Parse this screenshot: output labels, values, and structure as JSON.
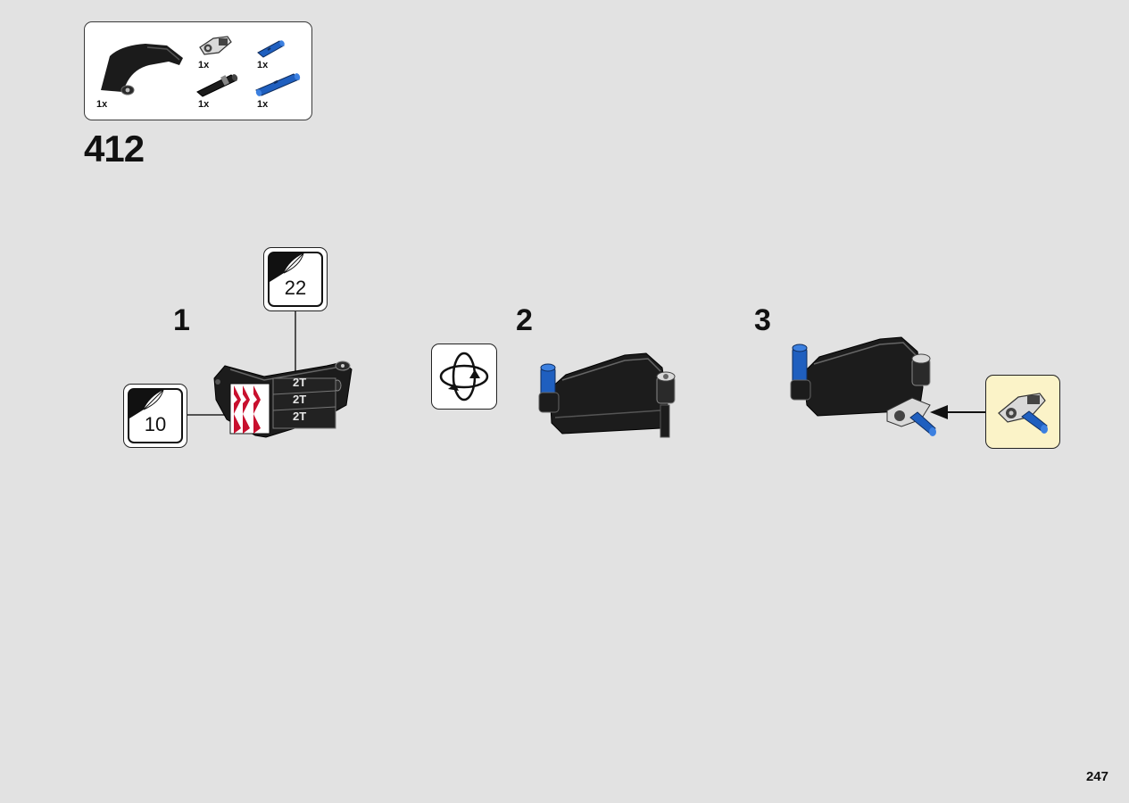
{
  "parts_list": {
    "items": [
      {
        "name": "curved-panel-icon",
        "qty": "1x"
      },
      {
        "name": "cross-block-icon",
        "qty": "1x"
      },
      {
        "name": "blue-axle-pin-icon",
        "qty": "1x"
      },
      {
        "name": "black-pin-3l-icon",
        "qty": "1x"
      },
      {
        "name": "blue-pin-3l-icon",
        "qty": "1x"
      }
    ]
  },
  "step": {
    "number": "412",
    "substeps": [
      "1",
      "2",
      "3"
    ]
  },
  "stickers": [
    {
      "number": "22"
    },
    {
      "number": "10"
    }
  ],
  "panel_labels": [
    "2T",
    "2T",
    "2T"
  ],
  "icons": {
    "rotate": "rotate-model-icon",
    "arrow": "arrow-left-icon"
  },
  "colors": {
    "background": "#e2e2e2",
    "panel": "#1d1d1d",
    "blue": "#1f5fbf",
    "callout_yellow": "#fbf3c8",
    "stripe_red": "#c8102e"
  },
  "page": {
    "number": "247"
  }
}
